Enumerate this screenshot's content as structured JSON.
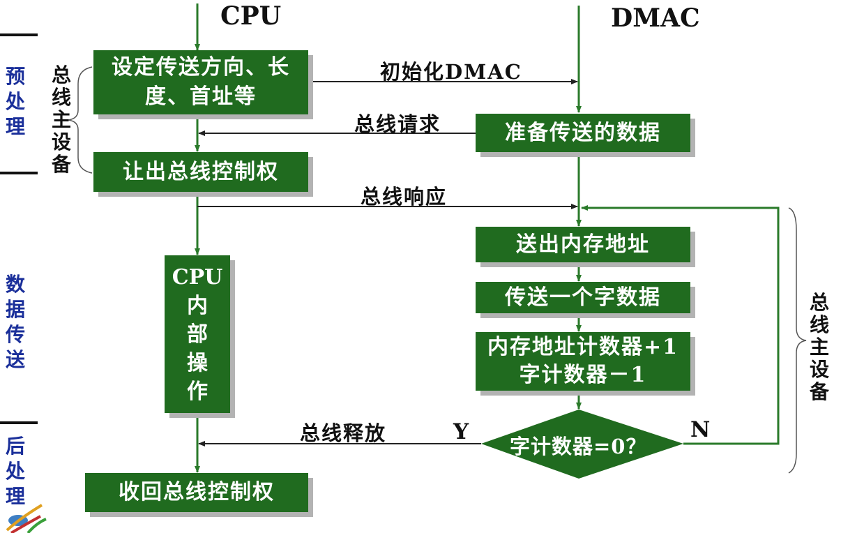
{
  "headers": {
    "cpu": "CPU",
    "dmac": "DMAC"
  },
  "phases": {
    "pre": "预处理",
    "transfer": "数据传送",
    "post": "后处理"
  },
  "braces": {
    "left": "总线主设备",
    "right": "总线主设备"
  },
  "boxes": {
    "set_direction_line1": "设定传送方向、长",
    "set_direction_line2": "度、首址等",
    "prepare_data": "准备传送的数据",
    "yield_bus": "让出总线控制权",
    "send_address": "送出内存地址",
    "cpu_internal_line1": "CPU",
    "cpu_internal_rest": "内部操作",
    "transfer_word": "传送一个字数据",
    "counter_line1": "内存地址计数器+1",
    "counter_line2": "字计数器－1",
    "decision": "字计数器=0？",
    "reclaim_bus": "收回总线控制权"
  },
  "arrows": {
    "init": "初始化DMAC",
    "bus_request": "总线请求",
    "bus_response": "总线响应",
    "bus_release": "总线释放",
    "yes": "Y",
    "no": "N"
  },
  "colors": {
    "box_fill": "#206b1f",
    "line": "#2a7a2a",
    "arrow": "#222222",
    "phase_text": "#1a2f9a"
  }
}
